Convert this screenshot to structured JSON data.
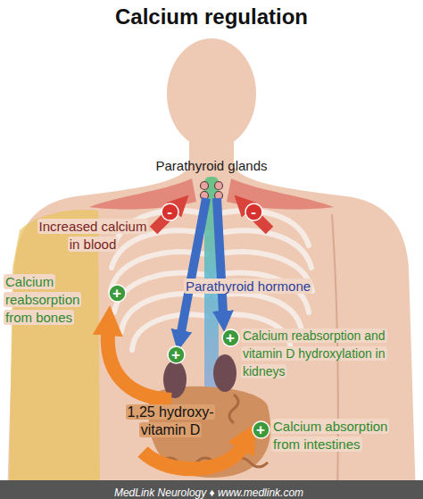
{
  "diagram": {
    "title": "Calcium regulation",
    "nodes": [
      {
        "text": [
          "-"
        ]
      },
      {
        "text": [
          "-"
        ]
      },
      {
        "text": [
          "+"
        ]
      },
      {
        "text": [
          "+"
        ]
      },
      {
        "text": [
          "+"
        ]
      },
      {
        "text": [
          "+"
        ]
      }
    ],
    "labels": [
      "Parathyroid glands",
      "Increased calcium in blood",
      "Parathyroid hormone",
      "Calcium reabsorption from bones",
      "Calcium reabsorption and vitamin D hydroxylation in kidneys",
      "1,25 hydroxy-vitamin D",
      "Calcium absorption from intestines",
      "MedLink Neurology ♦ www.medlink.com"
    ]
  }
}
